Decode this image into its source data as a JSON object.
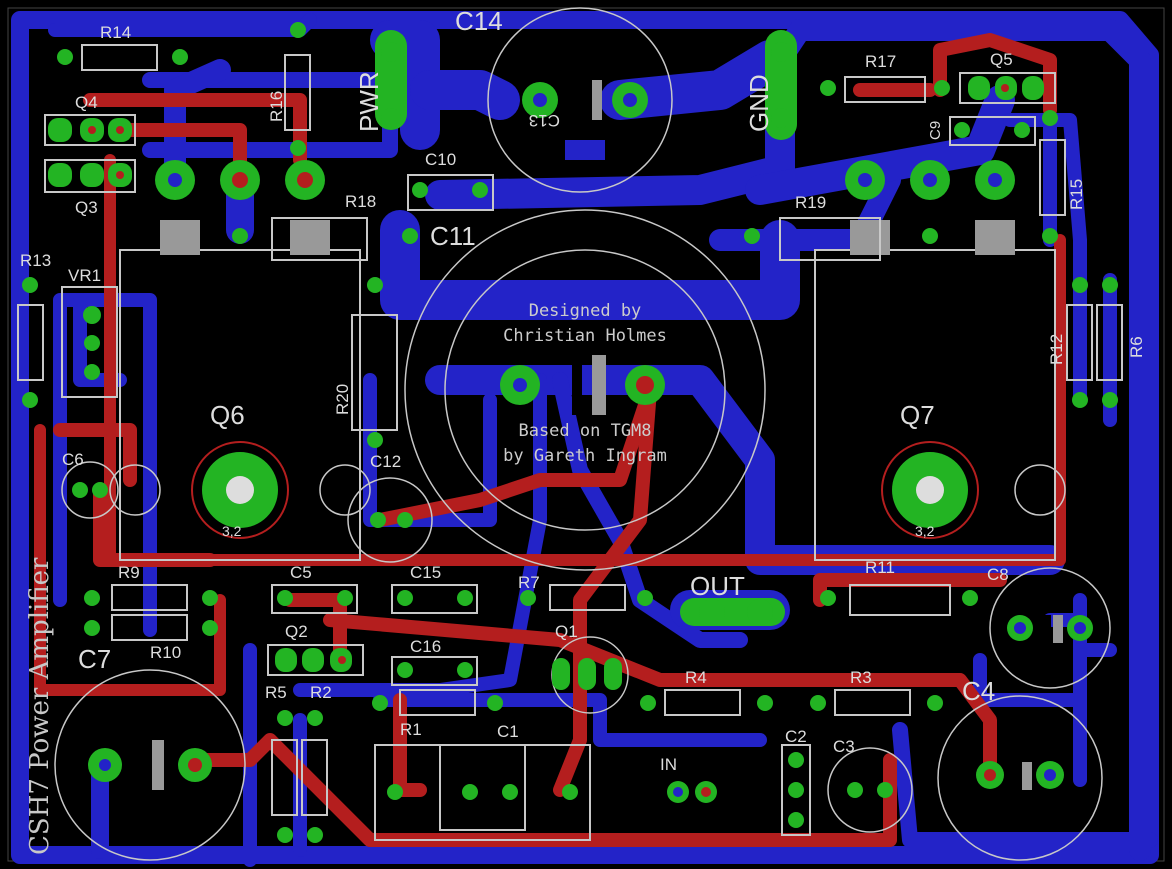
{
  "board": {
    "title": "CSH7 Power Amplifier",
    "credits": [
      "Designed by",
      "Christian Holmes",
      "Based on TGM8",
      "by Gareth Ingram"
    ],
    "terminal_labels": {
      "pwr": "PWR",
      "gnd": "GND",
      "out": "OUT",
      "in": "IN"
    }
  },
  "components": {
    "C14": "C14",
    "C13": "C13",
    "C10": "C10",
    "C11": "C11",
    "C9": "C9",
    "R14": "R14",
    "R16": "R16",
    "R17": "R17",
    "R18": "R18",
    "R19": "R19",
    "R15": "R15",
    "R13": "R13",
    "R12": "R12",
    "R6": "R6",
    "R20": "R20",
    "R9": "R9",
    "R10": "R10",
    "R11": "R11",
    "R7": "R7",
    "R5": "R5",
    "R2": "R2",
    "R1": "R1",
    "R4": "R4",
    "R3": "R3",
    "Q4": "Q4",
    "Q3": "Q3",
    "Q5": "Q5",
    "Q6": "Q6",
    "Q7": "Q7",
    "Q2": "Q2",
    "Q1": "Q1",
    "VR1": "VR1",
    "C6": "C6",
    "C12": "C12",
    "C5": "C5",
    "C15": "C15",
    "C16": "C16",
    "C7": "C7",
    "C8": "C8",
    "C4": "C4",
    "C1": "C1",
    "C2": "C2",
    "C3": "C3"
  },
  "heatsink_marks": {
    "q6": "3,2",
    "q7": "3,2"
  },
  "colors": {
    "background": "#000000",
    "bottom_copper": "#2323c8",
    "top_copper": "#b41e1e",
    "pad": "#23b423",
    "outline": "#c8c8c8",
    "label": "#dddddd"
  }
}
